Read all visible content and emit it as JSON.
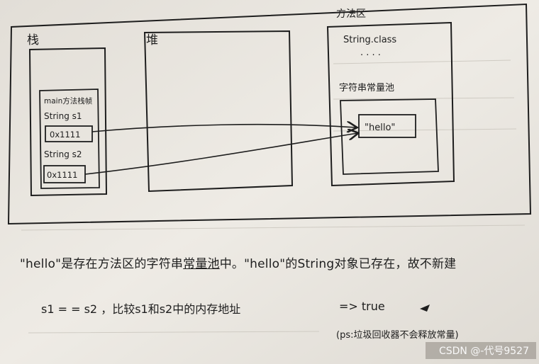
{
  "diagram": {
    "regions": {
      "stack_label": "栈",
      "heap_label": "堆",
      "method_area_label": "方法区"
    },
    "method_area": {
      "class_label": "String.class",
      "dots": ". . . .",
      "pool_label": "字符串常量池",
      "pool_value": "\"hello\""
    },
    "stack_frame": {
      "frame_label": "main方法栈帧",
      "var1_label": "String s1",
      "var1_value": "0x1111",
      "var2_label": "String s2",
      "var2_value": "0x1111"
    }
  },
  "notes": {
    "line1_pre": "\"hello\"是存在方法区的字符串",
    "line1_under": "常量池",
    "line1_post": "中。\"hello\"的String对象已存在，故不新建",
    "line2": "s1 = = s2 ，比较s1和s2中的内存地址",
    "line2_result": "=> true",
    "line3": "(ps:垃圾回收器不会释放常量)"
  },
  "watermark": "CSDN @-代号9527",
  "colors": {
    "ink": "#1e1e1e",
    "paper": "#ece9e3",
    "watermark": "#ffffff"
  }
}
